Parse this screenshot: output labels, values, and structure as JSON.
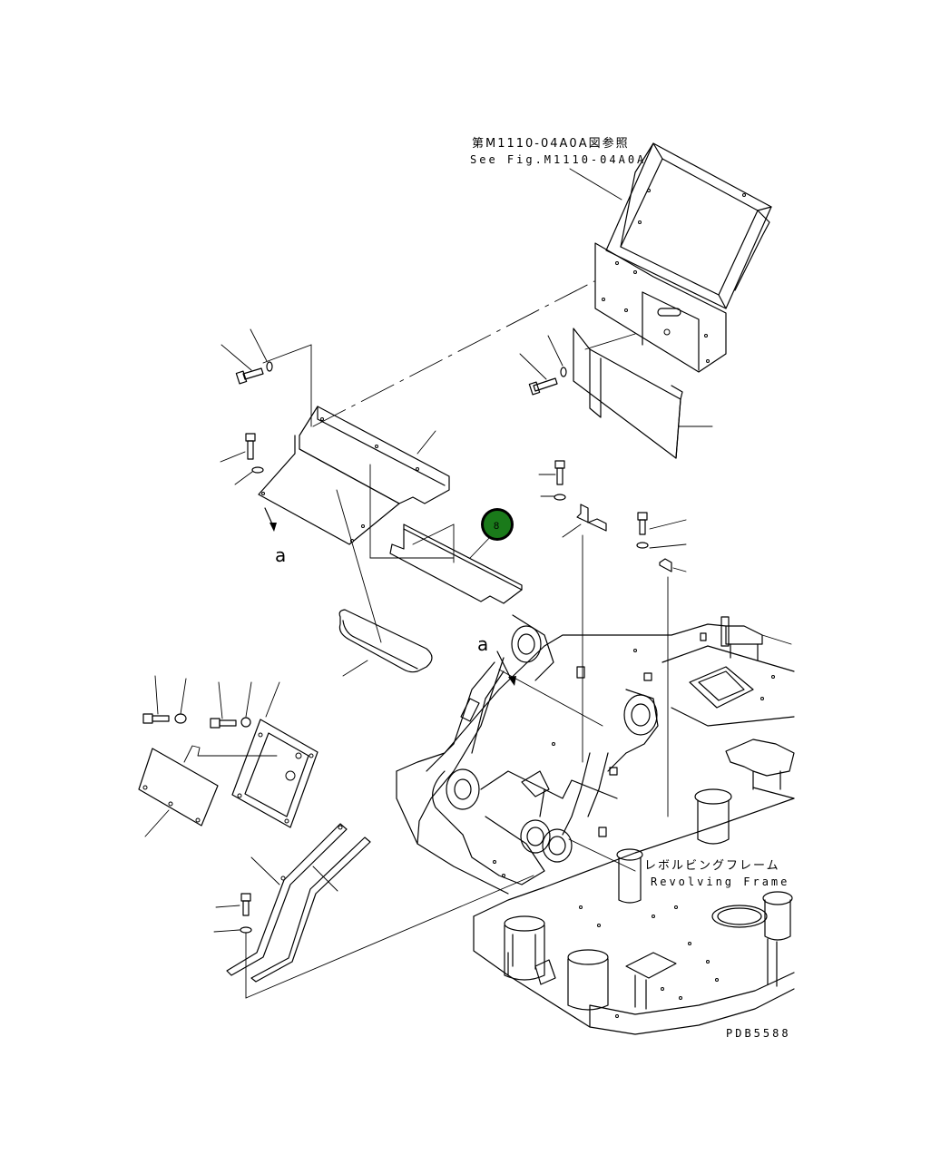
{
  "labels": {
    "ref_jp": "第M1110-04A0A図参照",
    "ref_en": "See Fig.M1110-04A0A",
    "frame_jp": "レボルビングフレーム",
    "frame_en": "Revolving Frame",
    "view_a_upper": "a",
    "view_a_lower": "a",
    "drawing_no": "PDB5588"
  },
  "callout": {
    "number": "8",
    "fill": "#1a7a1a",
    "ring": "#000000"
  }
}
